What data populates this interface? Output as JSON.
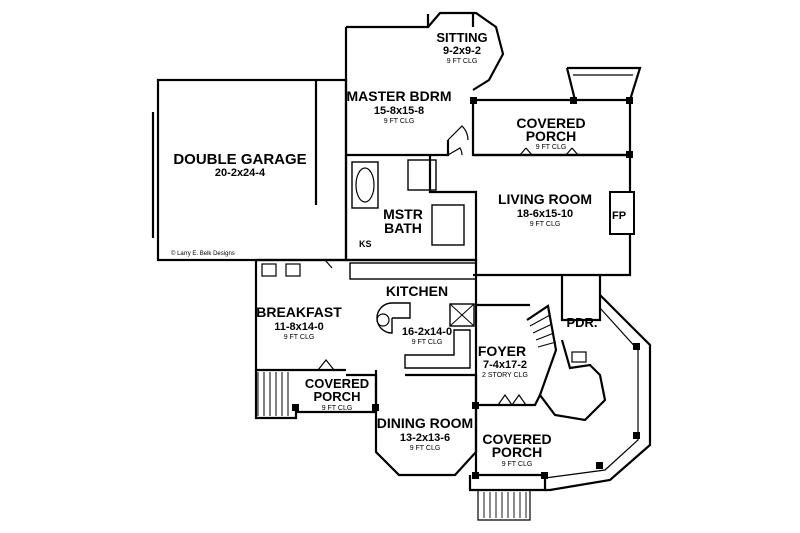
{
  "rooms": {
    "sitting": {
      "name": "SITTING",
      "dims": "9-2x9-2",
      "clg": "9 FT CLG"
    },
    "master_bdrm": {
      "name": "MASTER BDRM",
      "dims": "15-8x15-8",
      "clg": "9 FT CLG"
    },
    "covered_porch_1": {
      "name1": "COVERED",
      "name2": "PORCH",
      "clg": "9 FT CLG"
    },
    "double_garage": {
      "name": "DOUBLE GARAGE",
      "dims": "20-2x24-4"
    },
    "living_room": {
      "name": "LIVING ROOM",
      "dims": "18-6x15-10",
      "clg": "9 FT CLG"
    },
    "mstr_bath": {
      "name1": "MSTR",
      "name2": "BATH"
    },
    "kitchen": {
      "name": "KITCHEN",
      "dims": "16-2x14-0",
      "clg": "9 FT CLG"
    },
    "breakfast": {
      "name": "BREAKFAST",
      "dims": "11-8x14-0",
      "clg": "9 FT CLG"
    },
    "pdr": {
      "name": "PDR."
    },
    "foyer": {
      "name": "FOYER",
      "dims": "7-4x17-2",
      "clg": "2 STORY CLG"
    },
    "covered_porch_2": {
      "name1": "COVERED",
      "name2": "PORCH",
      "clg": "9 FT CLG"
    },
    "dining_room": {
      "name": "DINING ROOM",
      "dims": "13-2x13-6",
      "clg": "9 FT CLG"
    },
    "covered_porch_3": {
      "name1": "COVERED",
      "name2": "PORCH",
      "clg": "9 FT CLG"
    }
  },
  "labels": {
    "fp": "FP",
    "ks": "KS"
  },
  "credit": "© Larry E. Belk Designs"
}
